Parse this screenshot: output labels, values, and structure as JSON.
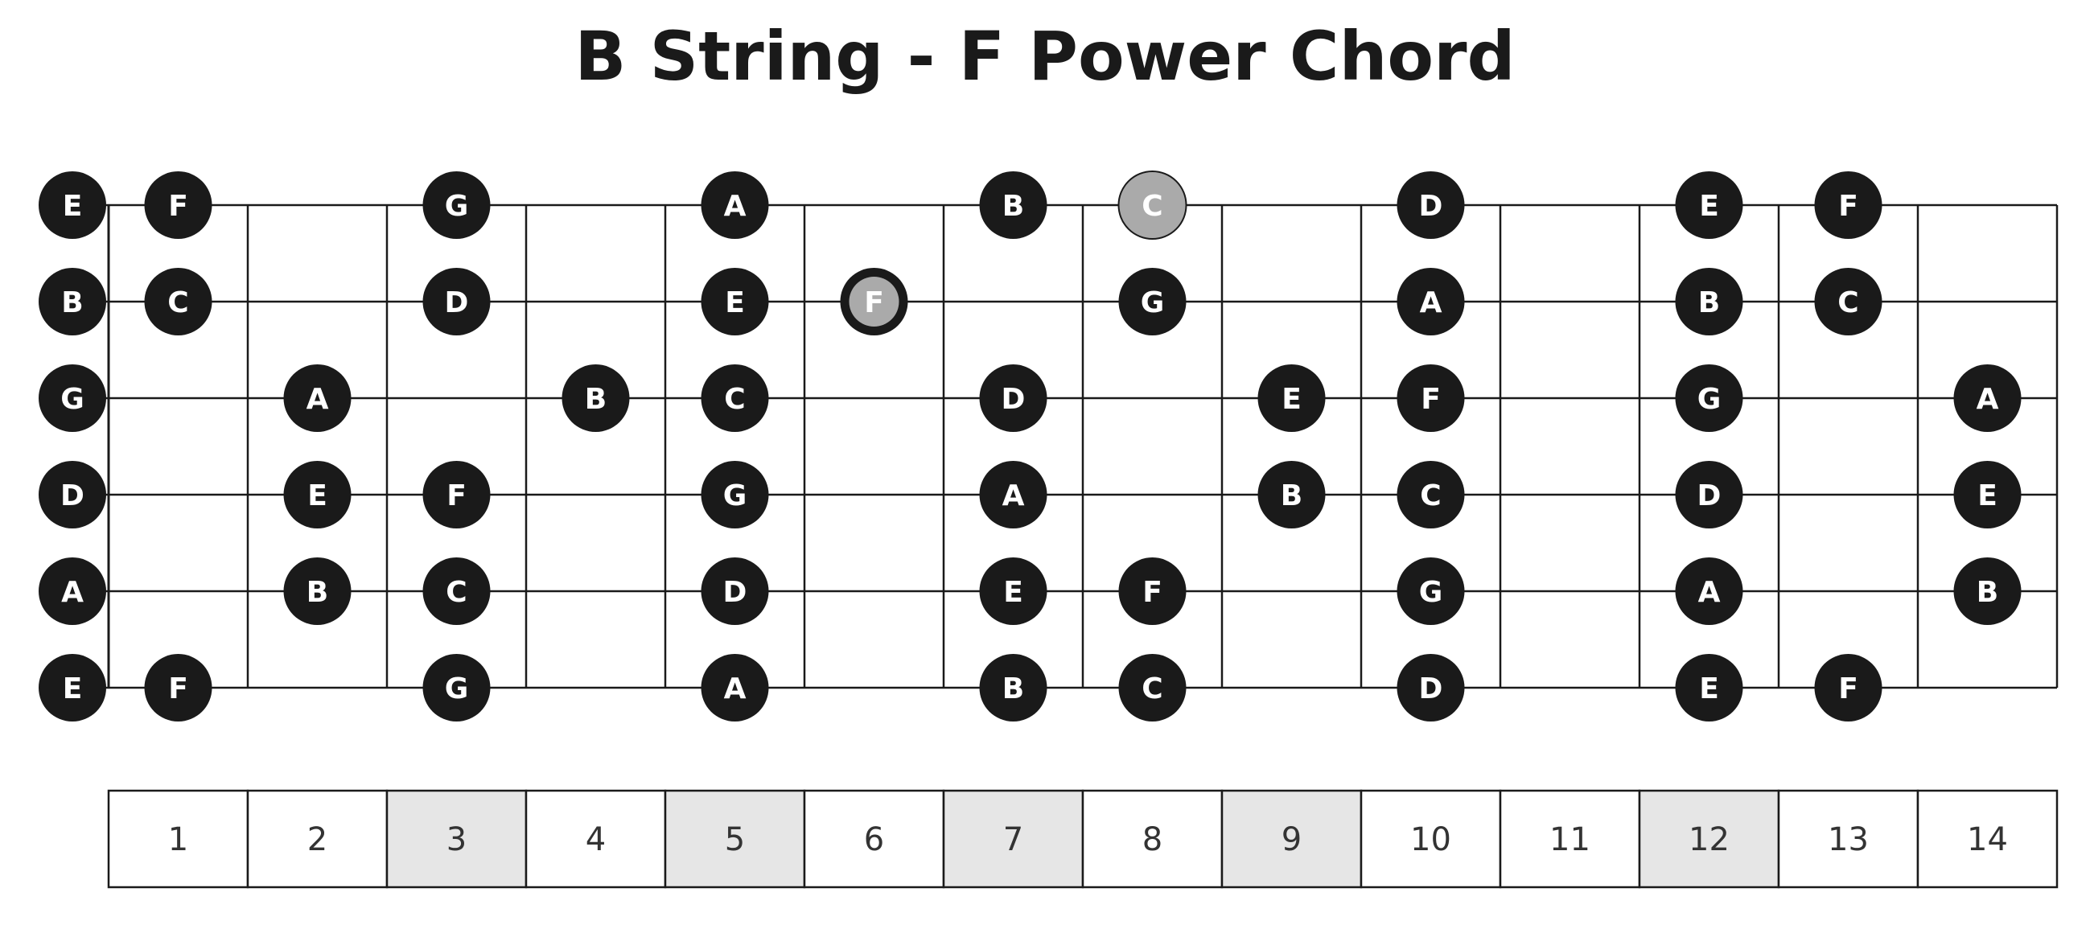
{
  "title": "B String - F Power Chord",
  "frets": 14,
  "colors": {
    "dot": "#1a1a1a",
    "dot_text": "#ffffff",
    "highlight": "#aaaaaa",
    "highlight_ring": "#1a1a1a",
    "line": "#1a1a1a",
    "marker_fill": "#e6e6e6",
    "cell_fill": "#ffffff"
  },
  "fret_numbers": [
    "1",
    "2",
    "3",
    "4",
    "5",
    "6",
    "7",
    "8",
    "9",
    "10",
    "11",
    "12",
    "13",
    "14"
  ],
  "marker_frets": [
    3,
    5,
    7,
    9,
    12
  ],
  "strings": [
    {
      "name": "high-e",
      "notes": [
        {
          "fret": 0,
          "note": "E"
        },
        {
          "fret": 1,
          "note": "F"
        },
        {
          "fret": 3,
          "note": "G"
        },
        {
          "fret": 5,
          "note": "A"
        },
        {
          "fret": 7,
          "note": "B"
        },
        {
          "fret": 8,
          "note": "C",
          "highlight": "fill"
        },
        {
          "fret": 10,
          "note": "D"
        },
        {
          "fret": 12,
          "note": "E"
        },
        {
          "fret": 13,
          "note": "F"
        }
      ]
    },
    {
      "name": "b",
      "notes": [
        {
          "fret": 0,
          "note": "B"
        },
        {
          "fret": 1,
          "note": "C"
        },
        {
          "fret": 3,
          "note": "D"
        },
        {
          "fret": 5,
          "note": "E"
        },
        {
          "fret": 6,
          "note": "F",
          "highlight": "ring"
        },
        {
          "fret": 8,
          "note": "G"
        },
        {
          "fret": 10,
          "note": "A"
        },
        {
          "fret": 12,
          "note": "B"
        },
        {
          "fret": 13,
          "note": "C"
        }
      ]
    },
    {
      "name": "g",
      "notes": [
        {
          "fret": 0,
          "note": "G"
        },
        {
          "fret": 2,
          "note": "A"
        },
        {
          "fret": 4,
          "note": "B"
        },
        {
          "fret": 5,
          "note": "C"
        },
        {
          "fret": 7,
          "note": "D"
        },
        {
          "fret": 9,
          "note": "E"
        },
        {
          "fret": 10,
          "note": "F"
        },
        {
          "fret": 12,
          "note": "G"
        },
        {
          "fret": 14,
          "note": "A"
        }
      ]
    },
    {
      "name": "d",
      "notes": [
        {
          "fret": 0,
          "note": "D"
        },
        {
          "fret": 2,
          "note": "E"
        },
        {
          "fret": 3,
          "note": "F"
        },
        {
          "fret": 5,
          "note": "G"
        },
        {
          "fret": 7,
          "note": "A"
        },
        {
          "fret": 9,
          "note": "B"
        },
        {
          "fret": 10,
          "note": "C"
        },
        {
          "fret": 12,
          "note": "D"
        },
        {
          "fret": 14,
          "note": "E"
        }
      ]
    },
    {
      "name": "a",
      "notes": [
        {
          "fret": 0,
          "note": "A"
        },
        {
          "fret": 2,
          "note": "B"
        },
        {
          "fret": 3,
          "note": "C"
        },
        {
          "fret": 5,
          "note": "D"
        },
        {
          "fret": 7,
          "note": "E"
        },
        {
          "fret": 8,
          "note": "F"
        },
        {
          "fret": 10,
          "note": "G"
        },
        {
          "fret": 12,
          "note": "A"
        },
        {
          "fret": 14,
          "note": "B"
        }
      ]
    },
    {
      "name": "low-e",
      "notes": [
        {
          "fret": 0,
          "note": "E"
        },
        {
          "fret": 1,
          "note": "F"
        },
        {
          "fret": 3,
          "note": "G"
        },
        {
          "fret": 5,
          "note": "A"
        },
        {
          "fret": 7,
          "note": "B"
        },
        {
          "fret": 8,
          "note": "C"
        },
        {
          "fret": 10,
          "note": "D"
        },
        {
          "fret": 12,
          "note": "E"
        },
        {
          "fret": 13,
          "note": "F"
        }
      ]
    }
  ]
}
